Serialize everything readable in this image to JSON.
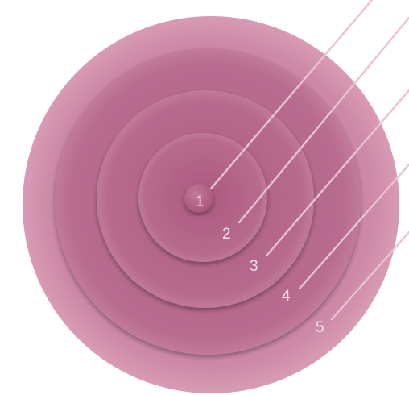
{
  "diagram": {
    "rings": [
      {
        "label": "1"
      },
      {
        "label": "2"
      },
      {
        "label": "3"
      },
      {
        "label": "4"
      },
      {
        "label": "5"
      }
    ],
    "colors": {
      "outer": "#c8829f",
      "ring4": "#b86e8f",
      "ring3": "#b56689",
      "ring2": "#b36085",
      "ring1": "#b05b80",
      "center": "#b05a80",
      "leader": "#e9c3d3",
      "label": "#f6e3ec"
    }
  }
}
